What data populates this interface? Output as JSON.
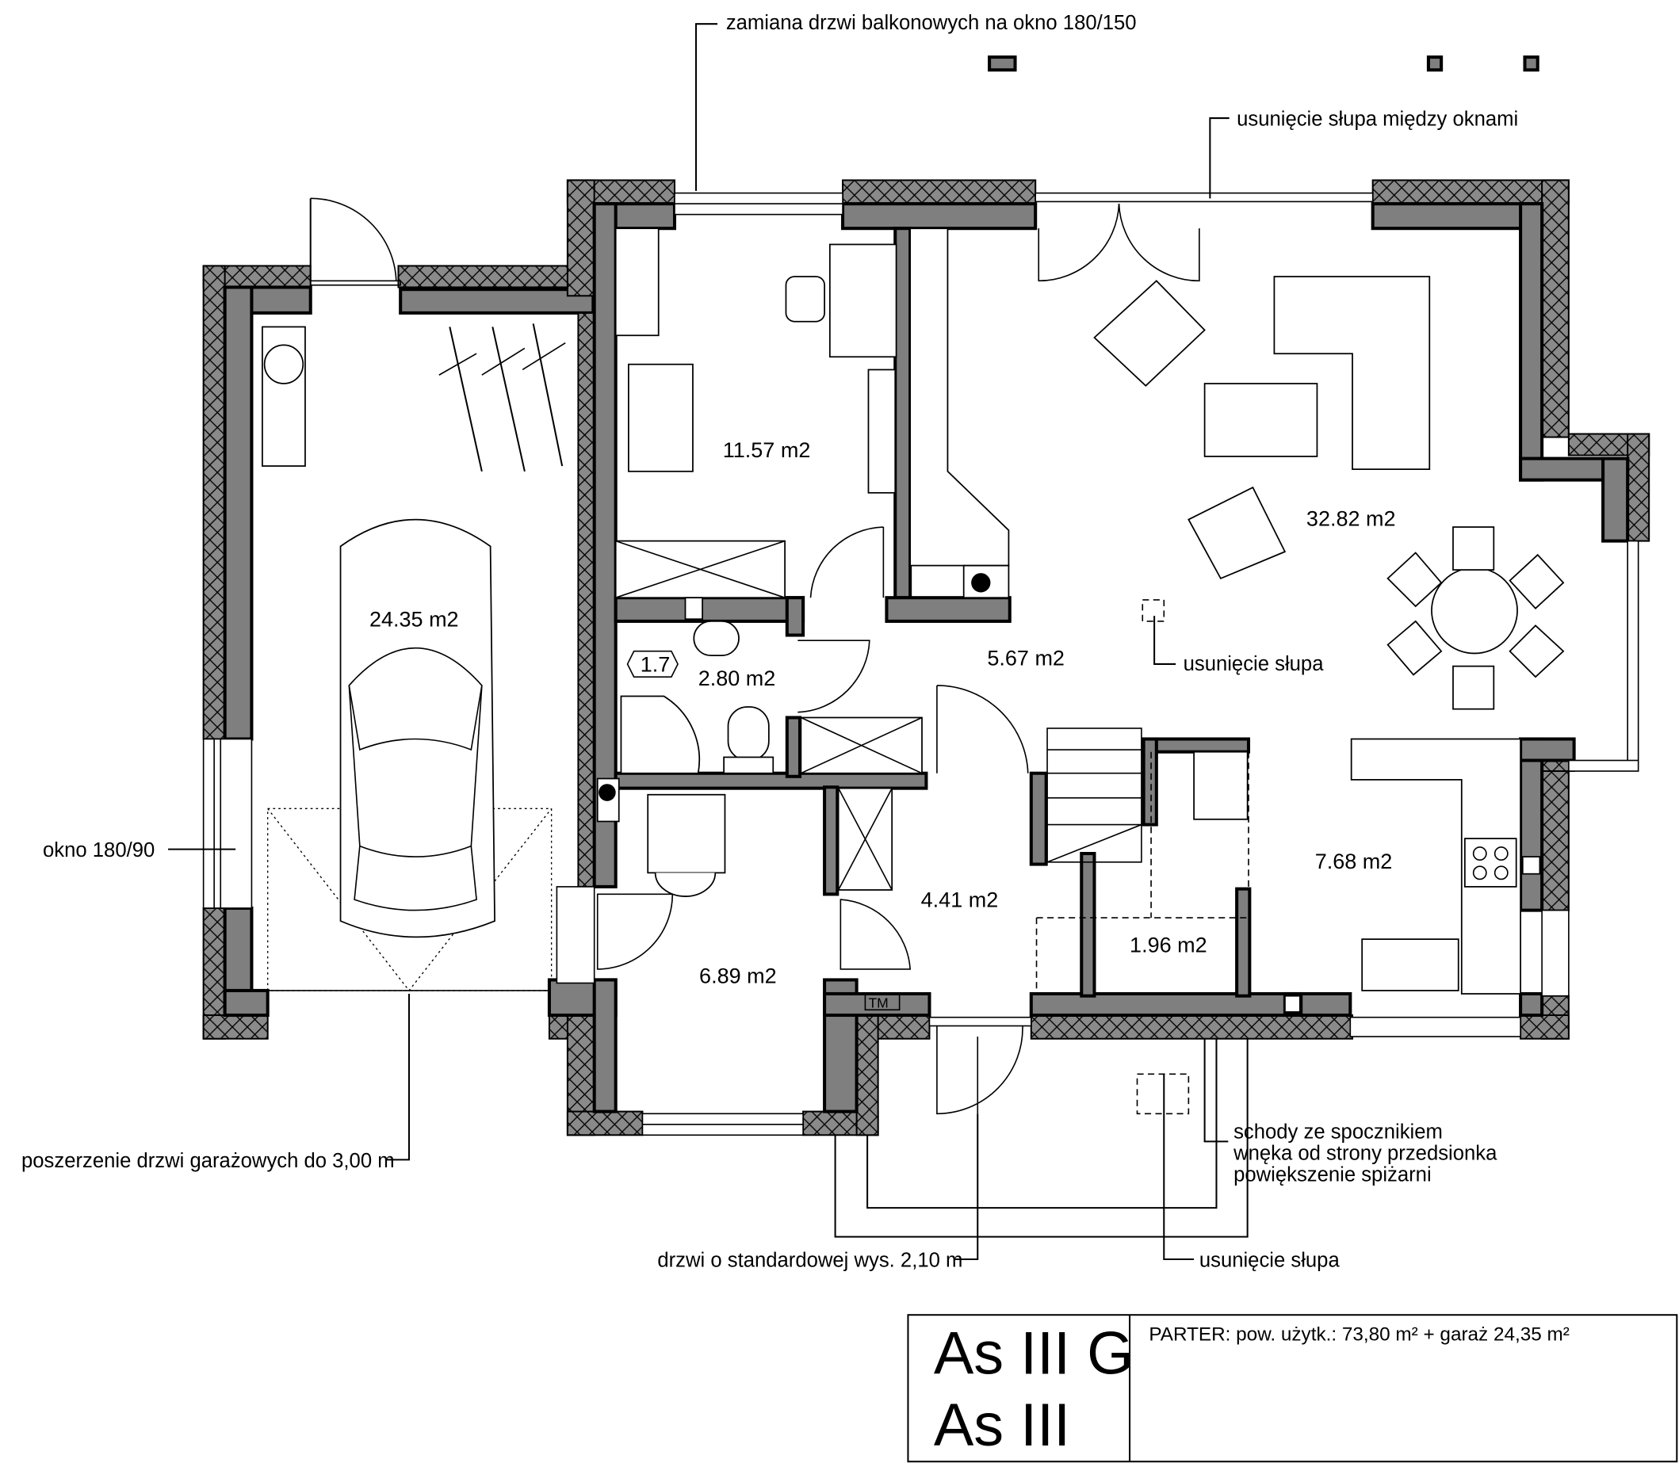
{
  "annotations": {
    "balcony_door": "zamiana drzwi balkonowych na okno 180/150",
    "column_between_windows": "usunięcie słupa między oknami",
    "window_garage": "okno 180/90",
    "garage_door": "poszerzenie drzwi garażowych do 3,00 m",
    "entry_door": "drzwi o standardowej wys. 2,10 m",
    "column_removal_bottom": "usunięcie słupa",
    "column_removal_living": "usunięcie słupa",
    "stairs_note": [
      "schody ze spocznikiem",
      "wnęka od strony przedsionka",
      "powiększenie spiżarni"
    ]
  },
  "rooms": {
    "garage": "24.35 m2",
    "room": "11.57 m2",
    "bathroom": "2.80 m2",
    "bathroom_tag": "1.7",
    "hall": "5.67 m2",
    "living": "32.82 m2",
    "vestibule": "4.41 m2",
    "utility": "6.89 m2",
    "pantry": "1.96 m2",
    "kitchen": "7.68 m2",
    "tm_tag": "TM"
  },
  "title_block": {
    "variant_1": "As III G",
    "variant_2": "As III",
    "summary": "PARTER: pow. użytk.: 73,80 m² + garaż 24,35  m²"
  },
  "colors": {
    "wall": "#7f7f7f",
    "line": "#000000"
  }
}
